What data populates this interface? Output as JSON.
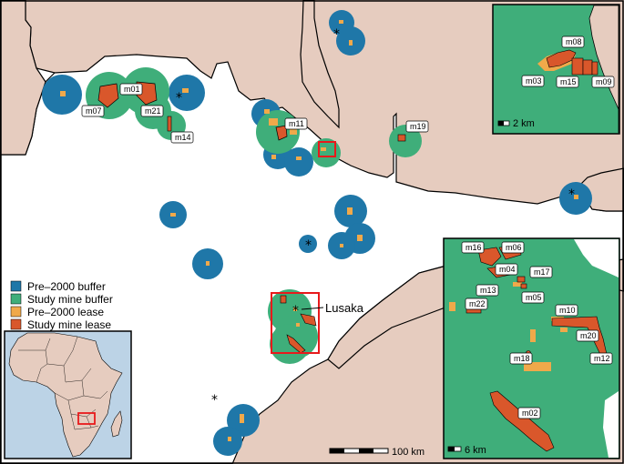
{
  "legend": {
    "items": [
      {
        "label": "Pre–2000 buffer",
        "color": "#1f77a8"
      },
      {
        "label": "Study mine buffer",
        "color": "#3fae7a"
      },
      {
        "label": "Pre–2000 lease",
        "color": "#f0a94a"
      },
      {
        "label": "Study mine lease",
        "color": "#d9572b"
      }
    ]
  },
  "colors": {
    "land_other": "#e6ccbf",
    "zambia": "#ffffff",
    "pre_buffer": "#1f77a8",
    "study_buffer": "#3fae7a",
    "pre_lease": "#f0a94a",
    "study_lease": "#d9572b",
    "highlight": "#e8191b",
    "africa_water": "#bcd3e6",
    "africa_land": "#e6ccbf"
  },
  "main_map": {
    "city_label": "Lusaka",
    "scale_label": "100 km",
    "mine_labels": [
      "m01",
      "m07",
      "m21",
      "m14",
      "m11",
      "m19"
    ]
  },
  "inset_top": {
    "mine_labels": [
      "m08",
      "m03",
      "m15",
      "m09"
    ],
    "scale_label": "2 km"
  },
  "inset_bottom": {
    "mine_labels": [
      "m16",
      "m06",
      "m04",
      "m17",
      "m13",
      "m05",
      "m22",
      "m10",
      "m20",
      "m12",
      "m18",
      "m02"
    ],
    "scale_label": "6 km"
  }
}
